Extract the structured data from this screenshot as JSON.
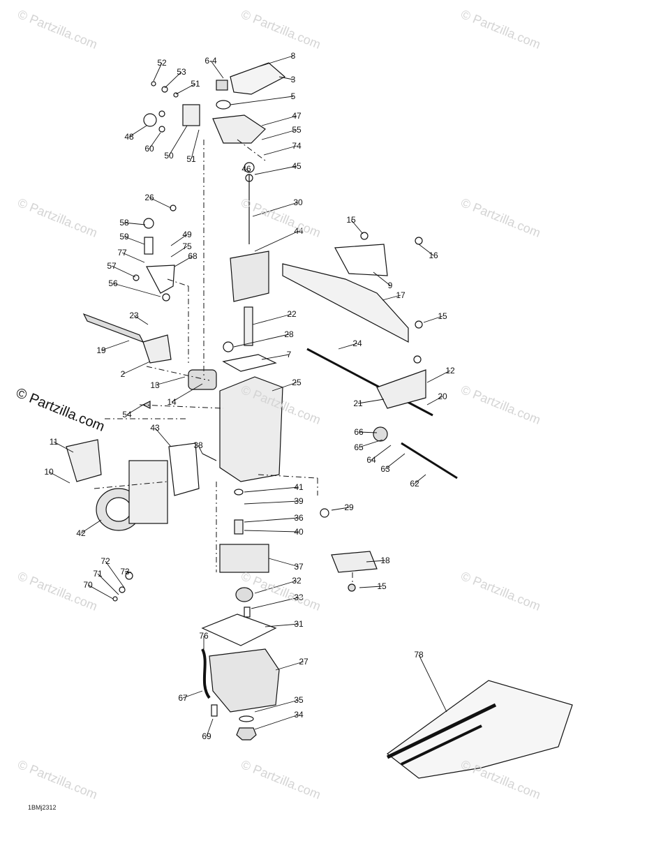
{
  "watermark": "© Partzilla.com",
  "drawing_code": "1BMj2312",
  "callouts": [
    "6-4",
    "8",
    "3",
    "5",
    "47",
    "55",
    "74",
    "45",
    "46",
    "52",
    "53",
    "51",
    "48",
    "60",
    "50",
    "51",
    "26",
    "30",
    "58",
    "59",
    "49",
    "75",
    "77",
    "68",
    "57",
    "56",
    "44",
    "15",
    "16",
    "9",
    "17",
    "15",
    "23",
    "19",
    "22",
    "28",
    "7",
    "2",
    "13",
    "14",
    "25",
    "24",
    "12",
    "21",
    "20",
    "54",
    "43",
    "11",
    "10",
    "42",
    "38",
    "66",
    "65",
    "64",
    "63",
    "62",
    "41",
    "39",
    "36",
    "40",
    "29",
    "37",
    "18",
    "15",
    "73",
    "72",
    "71",
    "70",
    "32",
    "33",
    "31",
    "76",
    "27",
    "78",
    "67",
    "35",
    "34",
    "69"
  ]
}
